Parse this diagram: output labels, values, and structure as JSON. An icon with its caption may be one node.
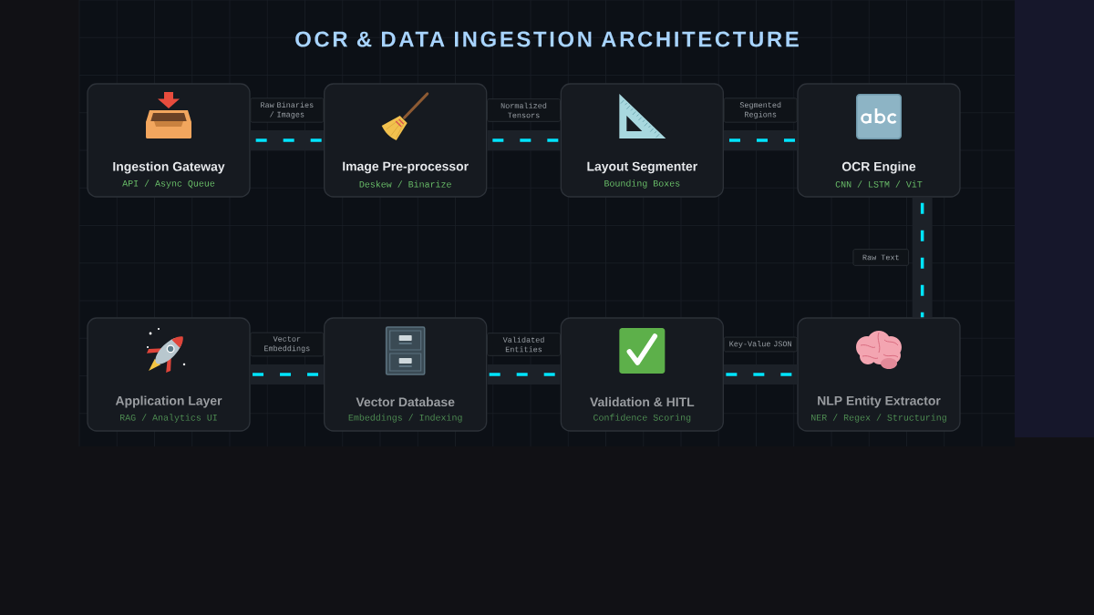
{
  "diagram": {
    "title": "OCR & DATA INGESTION ARCHITECTURE",
    "nodes": [
      {
        "text": [
          "Ingestion Gateway",
          "API / Async Queue"
        ]
      },
      {
        "text": [
          "Image Pre-processor",
          "Deskew / Binarize"
        ]
      },
      {
        "text": [
          "Layout Segmenter",
          "Bounding Boxes"
        ]
      },
      {
        "text": [
          "OCR Engine",
          "CNN / LSTM / ViT"
        ]
      },
      {
        "text": [
          "Application Layer",
          "RAG / Analytics UI"
        ]
      },
      {
        "text": [
          "Vector Database",
          "Embeddings / Indexing"
        ]
      },
      {
        "text": [
          "Validation & HITL",
          "Confidence Scoring"
        ]
      },
      {
        "text": [
          "NLP Entity Extractor",
          "NER / Regex / Structuring"
        ]
      }
    ],
    "edges": [
      {
        "from": 0,
        "to": 1,
        "arrow": "none",
        "label": "Raw Binaries / Images"
      },
      {
        "from": 1,
        "to": 2,
        "arrow": "none",
        "label": "Normalized Tensors"
      },
      {
        "from": 2,
        "to": 3,
        "arrow": "none",
        "label": "Segmented Regions"
      },
      {
        "from": 3,
        "to": 7,
        "arrow": "none",
        "label": "Raw Text"
      },
      {
        "from": 7,
        "to": 6,
        "arrow": "none",
        "label": "Key-Value JSON"
      },
      {
        "from": 6,
        "to": 5,
        "arrow": "none",
        "label": "Validated Entities"
      },
      {
        "from": 5,
        "to": 4,
        "arrow": "none",
        "label": "Vector Embeddings"
      }
    ]
  }
}
